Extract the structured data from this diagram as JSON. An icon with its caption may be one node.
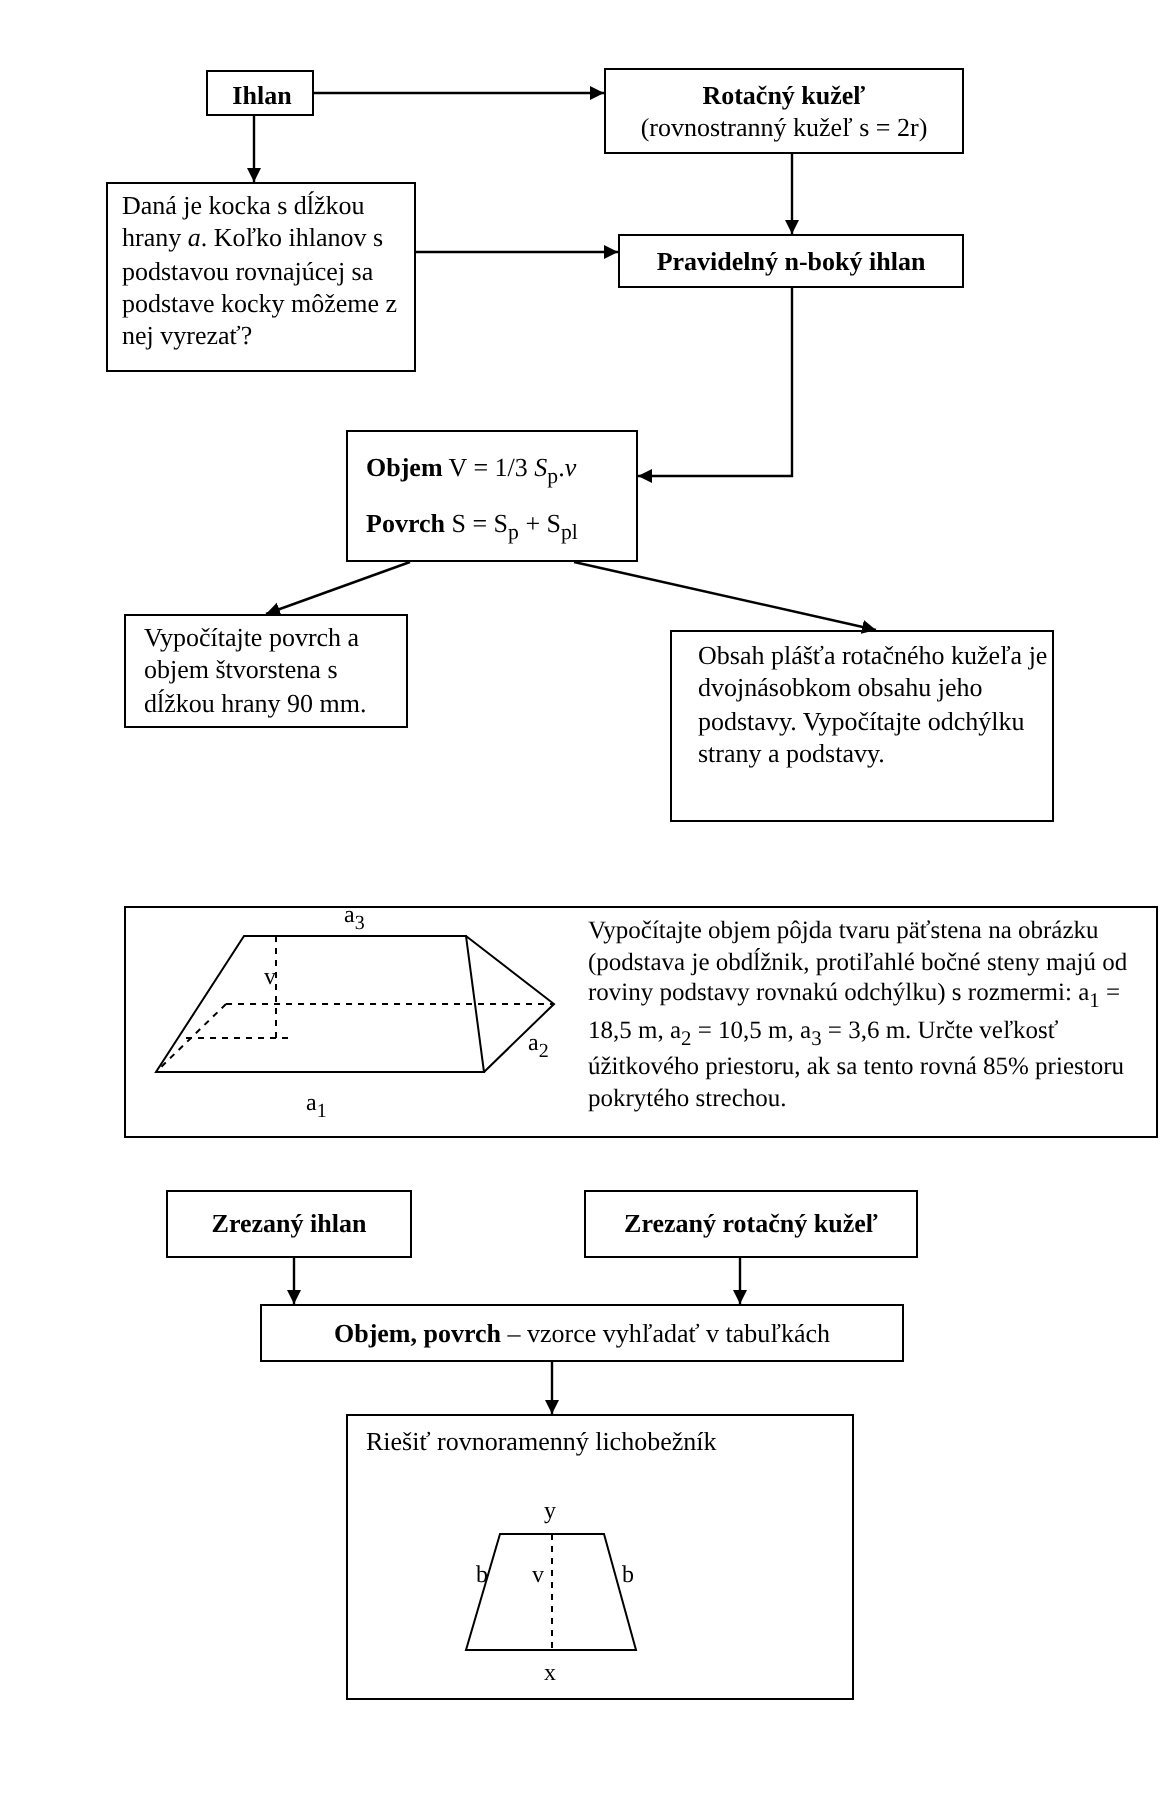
{
  "diagram": {
    "nodes": [
      {
        "text": [
          "Ihlan"
        ]
      },
      {
        "text": [
          "Rotačný kužeľ",
          "(rovnostranný kužeľ s = 2r)"
        ]
      },
      {
        "text": [
          "Daná je kocka s dĺžkou hrany *a*. Koľko ihlanov s podstavou rovnajúcej sa podstave kocky môžeme z nej vyrezať?"
        ]
      },
      {
        "text": [
          "Pravidelný n-boký ihlan"
        ]
      },
      {
        "text": [
          "**Objem** V = 1/3 *S*$_{p}$.*v*",
          "**Povrch** S = S$_{p}$ + S$_{pl}$"
        ]
      },
      {
        "text": [
          "Vypočítajte povrch a objem štvorstena s dĺžkou hrany 90 mm."
        ]
      },
      {
        "text": [
          "Obsah plášťa rotačného kužeľa je dvojnásobkom obsahu jeho podstavy. Vypočítajte odchýlku strany a podstavy."
        ]
      },
      {
        "text": [
          "Vypočítajte objem pôjda tvaru päťstena na obrázku (podstava je obdĺžnik, protiľahlé bočné steny majú od roviny podstavy rovnakú odchýlku) s rozmermi: a$_{1}$ = 18,5 m, a$_{2}$ = 10,5 m, a$_{3}$ = 3,6 m. Určte veľkosť úžitkového priestoru, ak sa tento rovná 85% priestoru pokrytého strechou."
        ]
      },
      {
        "text": [
          "Zrezaný ihlan"
        ]
      },
      {
        "text": [
          "Zrezaný rotačný kužeľ"
        ]
      },
      {
        "text": [
          "**Objem, povrch** – vzorce vyhľadať v tabuľkách"
        ]
      },
      {
        "text": [
          "Riešiť rovnoramenný lichobežník"
        ]
      }
    ],
    "edges": [
      {
        "from": 0,
        "to": 1,
        "arrow": "to"
      },
      {
        "from": 0,
        "to": 2,
        "arrow": "to"
      },
      {
        "from": 1,
        "to": 3,
        "arrow": "to"
      },
      {
        "from": 2,
        "to": 3,
        "arrow": "to"
      },
      {
        "from": 3,
        "to": 4,
        "arrow": "to"
      },
      {
        "from": 4,
        "to": 5,
        "arrow": "to"
      },
      {
        "from": 4,
        "to": 6,
        "arrow": "to"
      },
      {
        "from": 8,
        "to": 10,
        "arrow": "to"
      },
      {
        "from": 9,
        "to": 10,
        "arrow": "to"
      },
      {
        "from": 10,
        "to": 11,
        "arrow": "to"
      }
    ],
    "labels": [
      "a$_{3}$",
      "v",
      "a$_{2}$",
      "a$_{1}$",
      "y",
      "b",
      "v",
      "b",
      "x"
    ]
  }
}
